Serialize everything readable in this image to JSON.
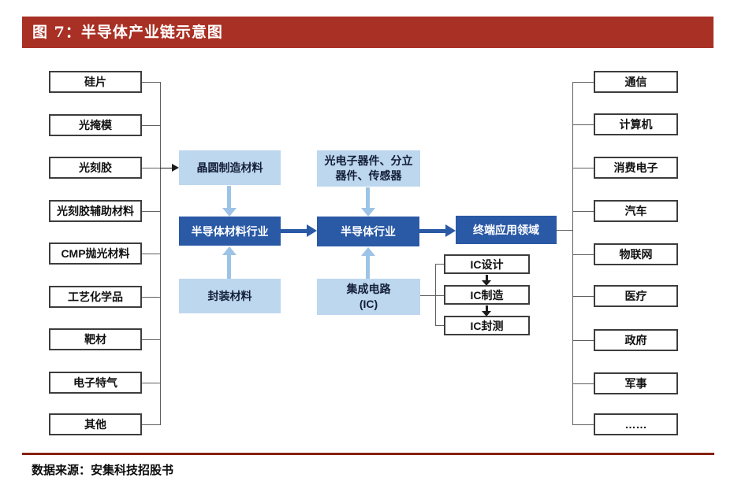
{
  "header": {
    "title": "图 7：半导体产业链示意图"
  },
  "diagram": {
    "upstream_materials": [
      "硅片",
      "光掩模",
      "光刻胶",
      "光刻胶辅助材料",
      "CMP抛光材料",
      "工艺化学品",
      "靶材",
      "电子特气",
      "其他"
    ],
    "materials_chain": {
      "wafer_materials": "晶圆制造材料",
      "materials_industry": "半导体材料行业",
      "packaging_materials": "封装材料"
    },
    "semiconductor_chain": {
      "opto_discrete_sensors": "光电子器件、分立\n器件、传感器",
      "semiconductor_industry": "半导体行业",
      "integrated_circuit": "集成电路\n(IC)"
    },
    "ic_segments": [
      "IC设计",
      "IC制造",
      "IC封测"
    ],
    "terminal_applications": "终端应用领域",
    "application_fields": [
      "通信",
      "计算机",
      "消费电子",
      "汽车",
      "物联网",
      "医疗",
      "政府",
      "军事",
      "……"
    ],
    "colors": {
      "banner_red": "#A93024",
      "divider_red": "#86210F",
      "dark_blue": "#2A59A6",
      "light_blue": "#BDD7EE",
      "arrow_light_blue": "#9DC3E6"
    }
  },
  "footer": {
    "source": "数据来源：安集科技招股书"
  }
}
